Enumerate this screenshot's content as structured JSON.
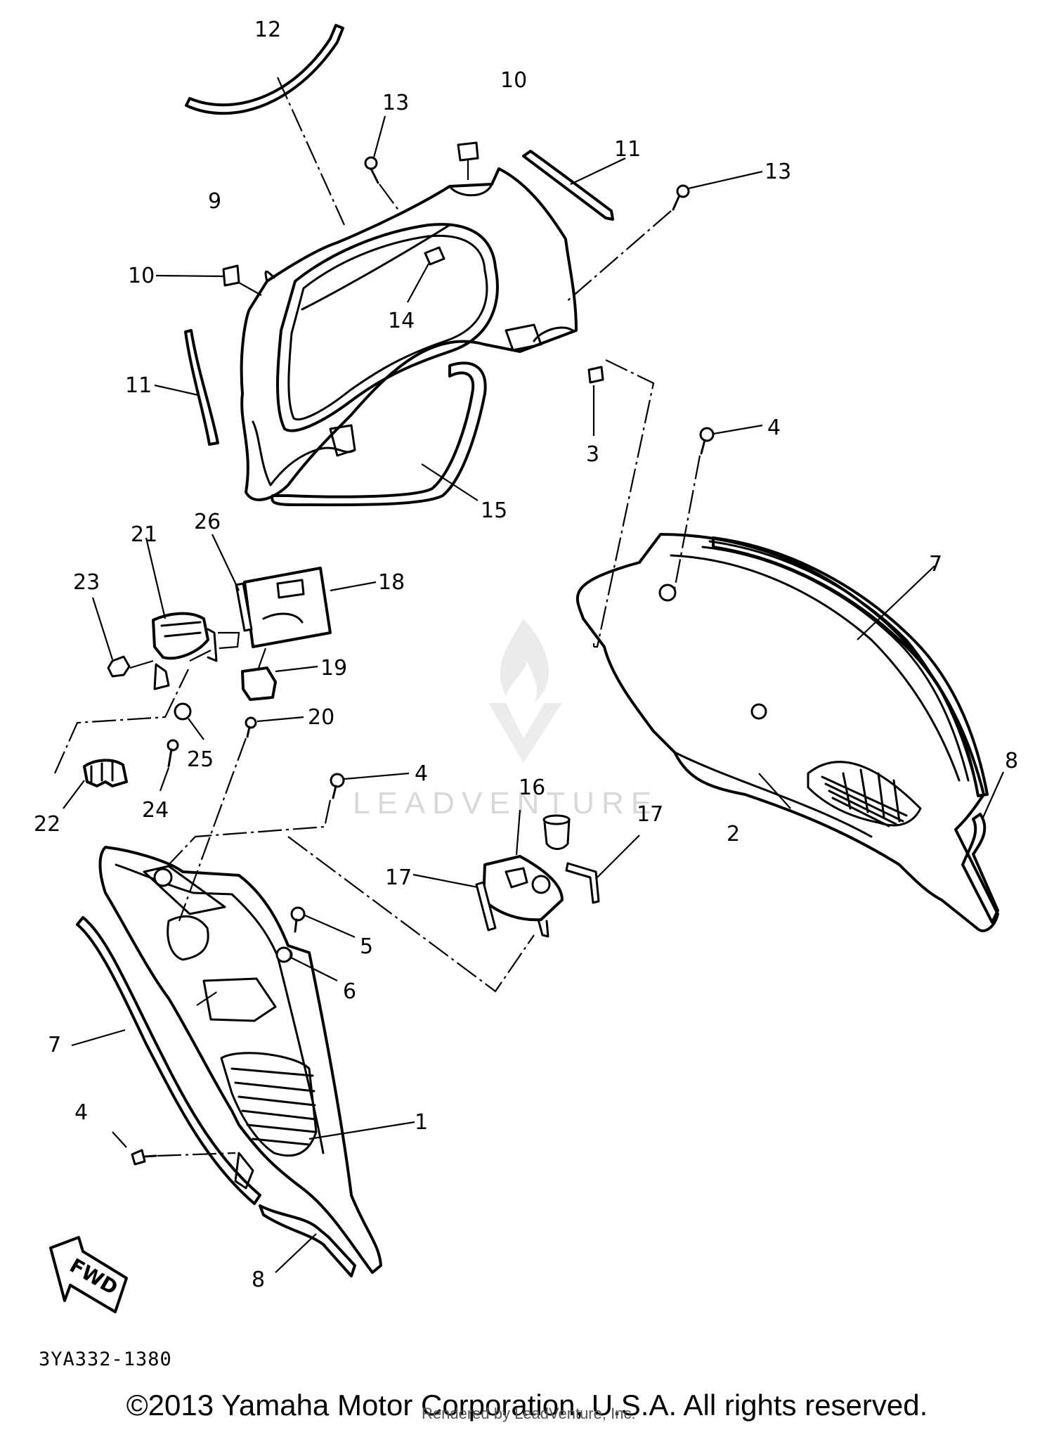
{
  "diagram": {
    "callouts": [
      {
        "id": "c12",
        "text": "12"
      },
      {
        "id": "c10a",
        "text": "10"
      },
      {
        "id": "c13a",
        "text": "13"
      },
      {
        "id": "c11a",
        "text": "11"
      },
      {
        "id": "c13b",
        "text": "13"
      },
      {
        "id": "c9",
        "text": "9"
      },
      {
        "id": "c10b",
        "text": "10"
      },
      {
        "id": "c14",
        "text": "14"
      },
      {
        "id": "c11b",
        "text": "11"
      },
      {
        "id": "c3",
        "text": "3"
      },
      {
        "id": "c4a",
        "text": "4"
      },
      {
        "id": "c15",
        "text": "15"
      },
      {
        "id": "c26",
        "text": "26"
      },
      {
        "id": "c21",
        "text": "21"
      },
      {
        "id": "c18",
        "text": "18"
      },
      {
        "id": "c23",
        "text": "23"
      },
      {
        "id": "c7a",
        "text": "7"
      },
      {
        "id": "c19",
        "text": "19"
      },
      {
        "id": "c20",
        "text": "20"
      },
      {
        "id": "c25",
        "text": "25"
      },
      {
        "id": "c4b",
        "text": "4"
      },
      {
        "id": "c16",
        "text": "16"
      },
      {
        "id": "c8a",
        "text": "8"
      },
      {
        "id": "c22",
        "text": "22"
      },
      {
        "id": "c24",
        "text": "24"
      },
      {
        "id": "c2",
        "text": "2"
      },
      {
        "id": "c17a",
        "text": "17"
      },
      {
        "id": "c17b",
        "text": "17"
      },
      {
        "id": "c5",
        "text": "5"
      },
      {
        "id": "c6",
        "text": "6"
      },
      {
        "id": "c7b",
        "text": "7"
      },
      {
        "id": "c1",
        "text": "1"
      },
      {
        "id": "c4c",
        "text": "4"
      },
      {
        "id": "c8b",
        "text": "8"
      }
    ],
    "fwd_label": "FWD",
    "watermark_text": "LEADVENTURE"
  },
  "footer": {
    "diagram_code": "3YA332-1380",
    "copyright": "©2013 Yamaha Motor Corporation, U.S.A. All rights reserved.",
    "render_note": "Rendered by LeadVenture, Inc."
  }
}
